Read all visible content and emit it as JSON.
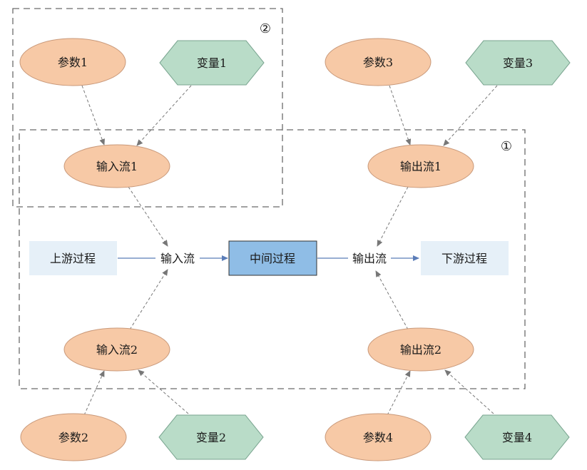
{
  "colors": {
    "param_fill": "#f7c9a6",
    "variable_fill": "#b9dcc8",
    "middle_fill": "#8fbde6",
    "updown_fill": "#e6f0f8"
  },
  "frames": {
    "frame_1_marker": "①",
    "frame_2_marker": "②"
  },
  "parameters": {
    "p1": "参数1",
    "p2": "参数2",
    "p3": "参数3",
    "p4": "参数4"
  },
  "variables": {
    "v1": "变量1",
    "v2": "变量2",
    "v3": "变量3",
    "v4": "变量4"
  },
  "streams": {
    "input_1": "输入流1",
    "input_2": "输入流2",
    "output_1": "输出流1",
    "output_2": "输出流2"
  },
  "main_flow": {
    "upstream": "上游过程",
    "input": "输入流",
    "middle": "中间过程",
    "output": "输出流",
    "downstream": "下游过程"
  }
}
